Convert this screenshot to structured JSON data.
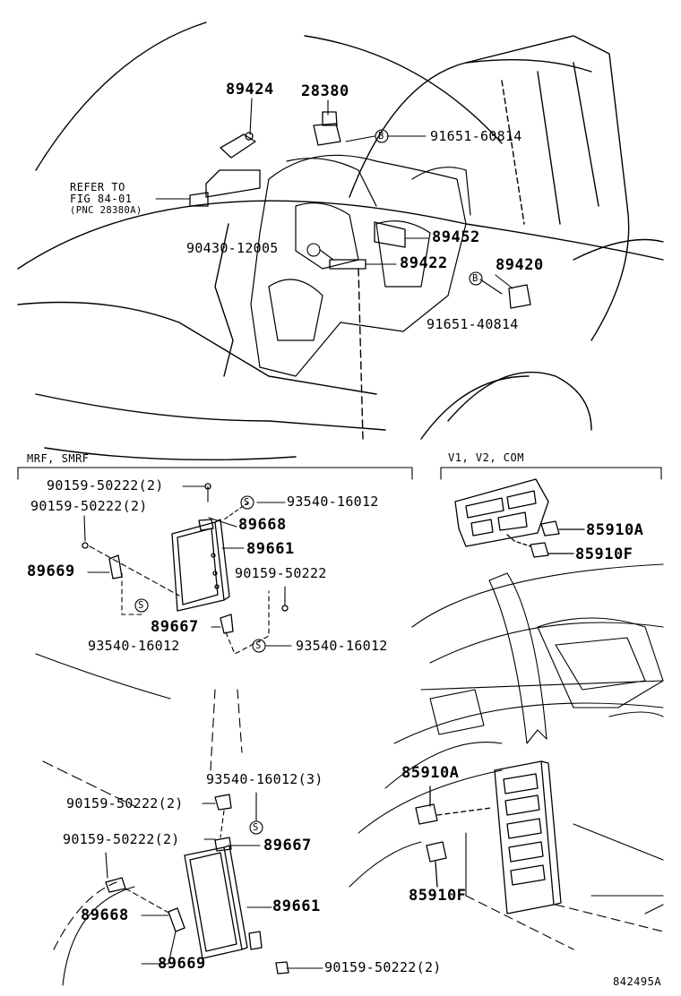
{
  "figure_code": "842495A",
  "top_section": {
    "refer_lines": [
      "REFER TO",
      "FIG 84-01",
      "(PNC 28380A)"
    ],
    "parts": {
      "p89424": "89424",
      "p28380": "28380",
      "p91651_60814": "91651-60814",
      "p89452": "89452",
      "p90430_12005": "90430-12005",
      "p89422": "89422",
      "p89420": "89420",
      "p91651_40814": "91651-40814"
    },
    "markers": {
      "b": "B"
    }
  },
  "mrf_section": {
    "title": "MRF, SMRF",
    "labels": {
      "bolt1": "90159-50222(2)",
      "bolt2": "90159-50222(2)",
      "s1": "93540-16012",
      "p89668": "89668",
      "p89661": "89661",
      "p89669": "89669",
      "bolt3": "90159-50222",
      "p89667": "89667",
      "s2": "93540-16012",
      "s3": "93540-16012"
    },
    "markers": {
      "s": "S"
    }
  },
  "v_section": {
    "title": "V1, V2, COM",
    "labels": {
      "a": "85910A",
      "f": "85910F"
    }
  },
  "bottom_section": {
    "labels": {
      "s_bolt": "93540-16012(3)",
      "bolt_a": "90159-50222(2)",
      "bolt_b": "90159-50222(2)",
      "p89667": "89667",
      "p89661": "89661",
      "p89668": "89668",
      "p89669": "89669",
      "bolt_c": "90159-50222(2)"
    },
    "markers": {
      "s": "S"
    }
  },
  "dash_section": {
    "labels": {
      "a": "85910A",
      "f": "85910F"
    }
  }
}
